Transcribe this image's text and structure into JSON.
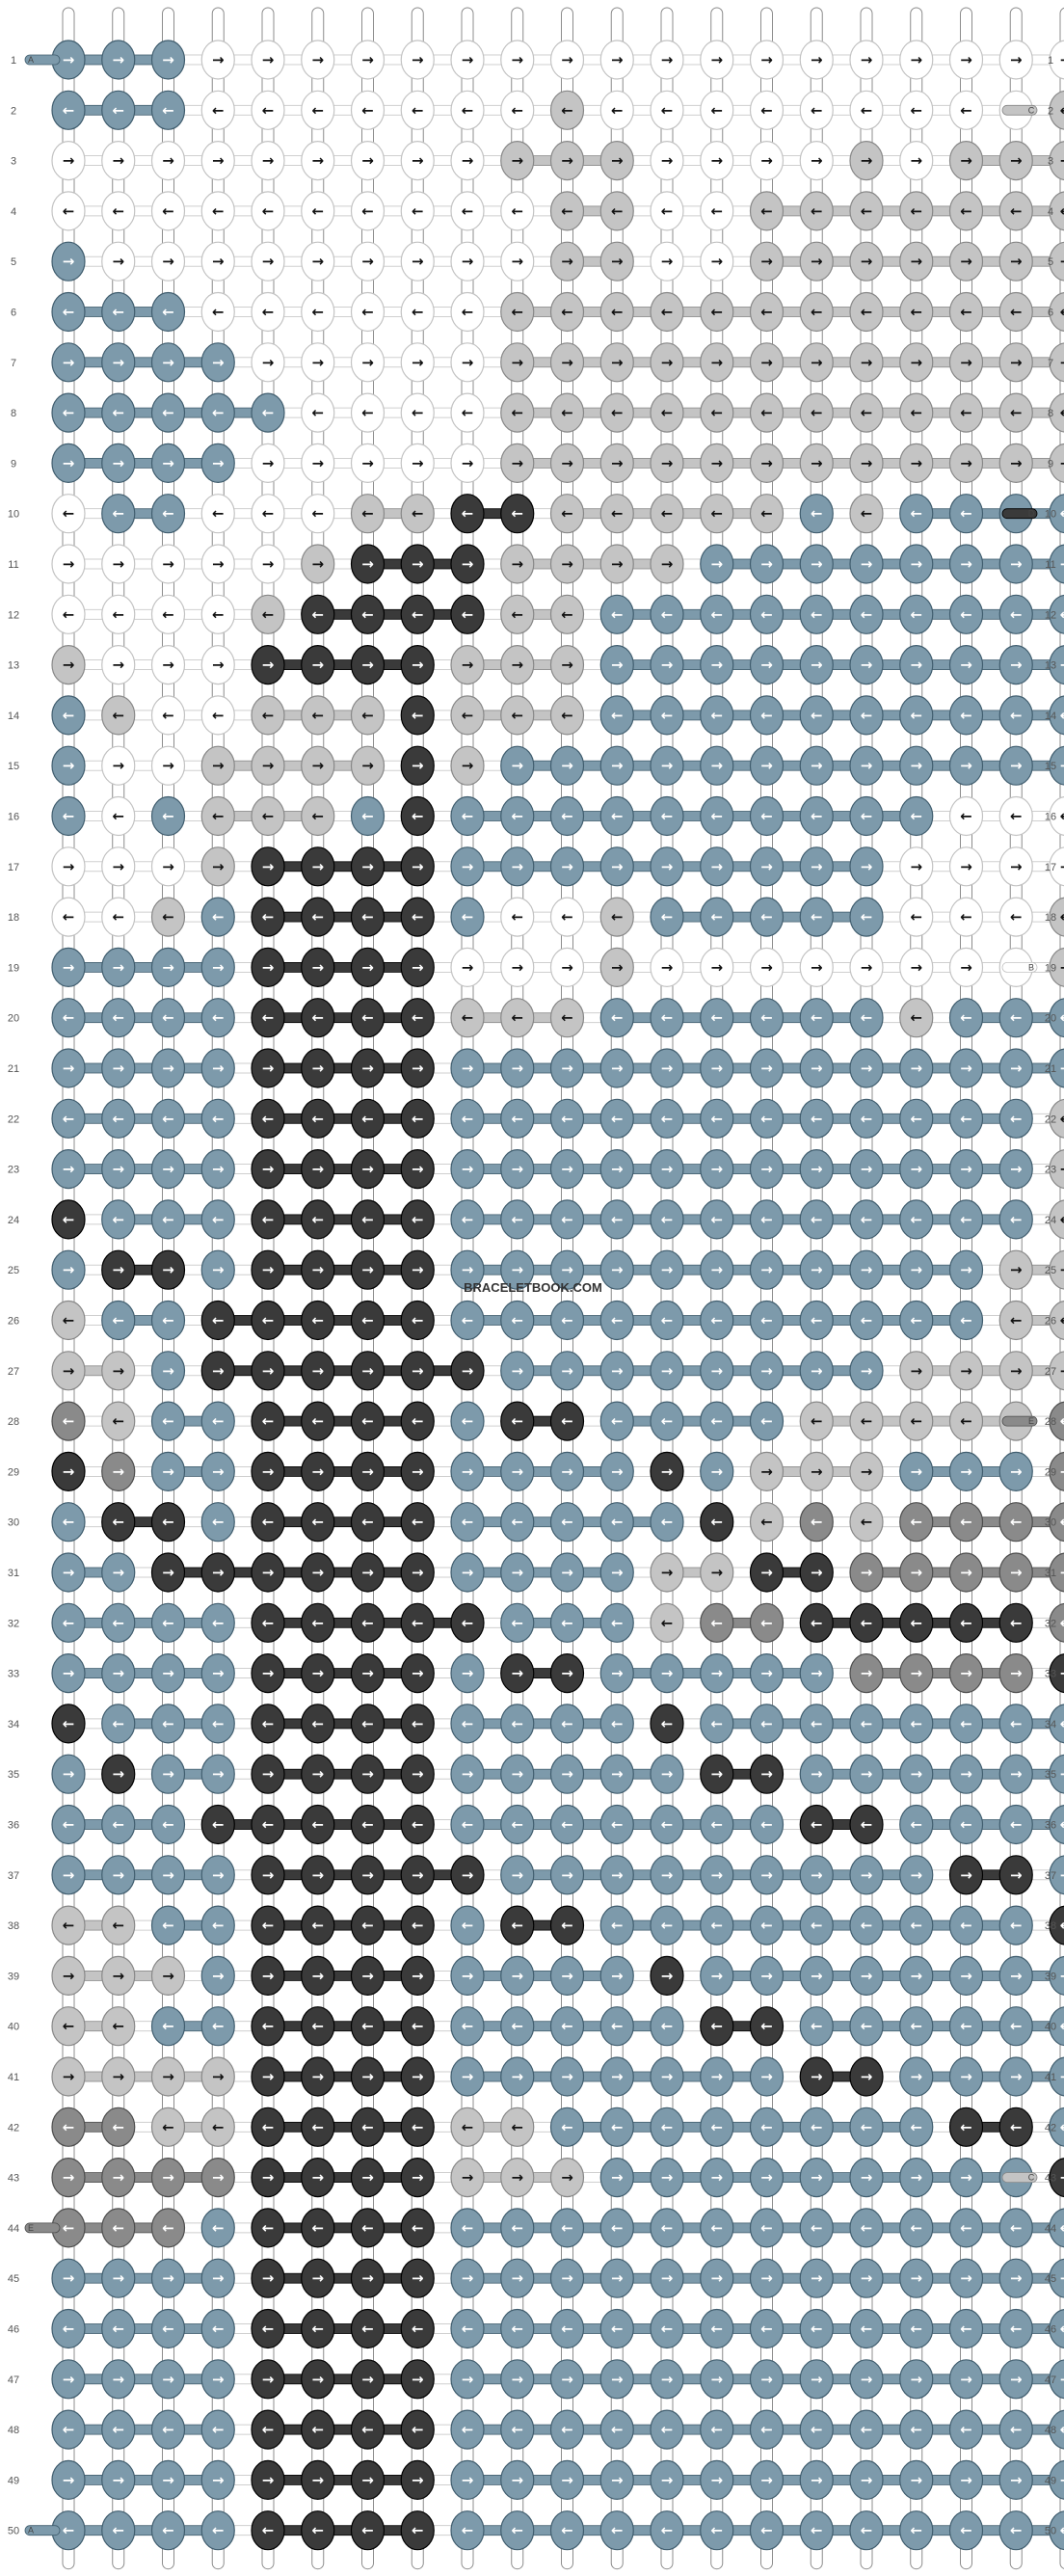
{
  "watermark": "BRACELETBOOK.COM",
  "colors": {
    "A": "#7d9aab",
    "B": "#ffffff",
    "C": "#c4c4c4",
    "D": "#3a3a3a",
    "E": "#8a8a8a"
  },
  "strand_tags": {
    "left": [
      {
        "row": 1,
        "label": "A",
        "color": "A"
      },
      {
        "row": 44,
        "label": "E",
        "color": "E"
      },
      {
        "row": 50,
        "label": "A",
        "color": "A"
      }
    ],
    "right": [
      {
        "row": 2,
        "label": "C",
        "color": "C"
      },
      {
        "row": 10,
        "label": "D",
        "color": "D"
      },
      {
        "row": 19,
        "label": "B",
        "color": "B"
      },
      {
        "row": 28,
        "label": "E",
        "color": "E"
      },
      {
        "row": 43,
        "label": "C",
        "color": "C"
      }
    ]
  },
  "row_numbers": [
    1,
    2,
    3,
    4,
    5,
    6,
    7,
    8,
    9,
    10,
    11,
    12,
    13,
    14,
    15,
    16,
    17,
    18,
    19,
    20,
    21,
    22,
    23,
    24,
    25,
    26,
    27,
    28,
    29,
    30,
    31,
    32,
    33,
    34,
    35,
    36,
    37,
    38,
    39,
    40,
    41,
    42,
    43,
    44,
    45,
    46,
    47,
    48,
    49,
    50
  ],
  "pattern": {
    "arrow_rule": "odd rows point right, even rows point left",
    "rows": [
      "AAABBBBBBBBBBBBBBBBBB",
      "AAABBBBBBBCBBBBBBBBBC",
      "BBBBBBBBBCCCBBBBCBCCC",
      "BBBBBBBBBBCCBBCCCCCCC",
      "ABBBBBBBBBCCBBCCCCCCC",
      "AAABBBBBBCCCCCCCCCCCC",
      "AAAABBBBBCCCCCCCCCCCC",
      "AAAAABBBBCCCCCCCCCCCC",
      "AAAABBBBBCCCCCCCCCCCC",
      "BAABBBCCDDCCCCCACAAAA",
      "BBBBBCDDDCCCCAAAAAAAA",
      "BBBBCDDDDCCAAAAAAAAAA",
      "CBBBDDDDCCCAAAAAAAAAA",
      "ACBBCCCDCCCAAAAAAAAAA",
      "ABBCCCCDCAAAAAAAAAAAA",
      "ABACCCADAAAAAAAAAABBB",
      "BBBCDDDDAAAAAAAAABBBB",
      "BBCADDDDABBCAAAAABBBC",
      "AAAADDDDBBBCBBBBBBBBC",
      "AAAADDDDCCCAAAAAACAAA",
      "AAAADDDDAAAAAAAAAAAAA",
      "AAAADDDDAAAAAAAAAAAAC",
      "AAAADDDDAAAAAAAAAAAAC",
      "DAAADDDDAAAAAAAAAAAAC",
      "ADDADDDDAAAAAAAAAAACC",
      "CAADDDDDAAAAAAAAAAACC",
      "CCADDDDDDAAAAAAAACCCC",
      "ECAADDDDADDAAAACCCCCE",
      "DEAADDDDAAAADACCCAAAE",
      "ADDADDDDAAAAADCECEEEE",
      "AADDDDDDAAAACCDDEEEEE",
      "AAAADDDDDAAACEEDDDDDE",
      "AAAADDDDADDAAAAAEEEED",
      "DAAADDDDAAAADAAAAAAAA",
      "ADAADDDDAAAAADDAAAAAA",
      "AAADDDDDAAAAAAADDAAAA",
      "AAAADDDDDAAAAAAAAADDA",
      "CCAADDDDADDAAAAAAAAAD",
      "CCCADDDDAAAADAAAAAAAA",
      "CCAADDDDAAAAADDAAAAAA",
      "CCCCDDDDAAAAAAADDAAAA",
      "EECCDDDDCCAAAAAAAADDA",
      "EEEEDDDDCCCAAAAAAAAAD",
      "EEEADDDDAAAAAAAAAAAAA",
      "AAAADDDDAAAAAAAAAAAAA",
      "AAAADDDDAAAAAAAAAAAAA",
      "AAAADDDDAAAAAAAAAAAAA",
      "AAAADDDDAAAAAAAAAAAAA",
      "AAAADDDDAAAAAAAAAAAAA",
      "AAAADDDDAAAAAAAAAAAAA"
    ]
  }
}
